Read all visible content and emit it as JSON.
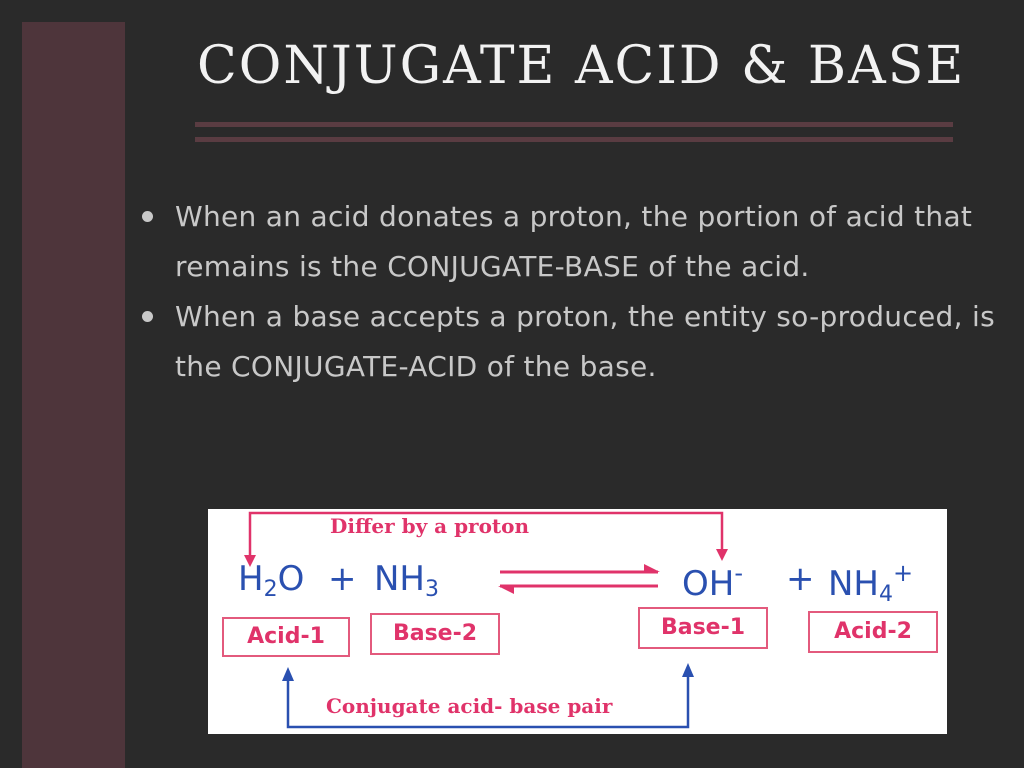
{
  "slide": {
    "title": "CONJUGATE ACID & BASE",
    "bullets": [
      "When an acid donates a proton, the portion of acid that remains is the CONJUGATE-BASE of the acid.",
      "When a base accepts a proton, the entity so-produced, is the CONJUGATE-ACID of the base."
    ]
  },
  "diagram": {
    "top_label": "Differ by a proton",
    "bottom_label": "Conjugate acid- base pair",
    "reaction": {
      "h2o": {
        "main": "H",
        "sub": "2",
        "tail": "O"
      },
      "plus1": "+",
      "nh3": {
        "main": "NH",
        "sub": "3"
      },
      "oh": {
        "main": "OH",
        "sup": "-"
      },
      "plus2": "+",
      "nh4": {
        "main": "NH",
        "sub": "4",
        "sup": "+"
      }
    },
    "boxes": {
      "acid1": "Acid-1",
      "base2": "Base-2",
      "base1": "Base-1",
      "acid2": "Acid-2"
    },
    "colors": {
      "species": "#2a50b0",
      "highlight": "#e0336a",
      "bottom_arrow": "#2a50b0"
    }
  }
}
